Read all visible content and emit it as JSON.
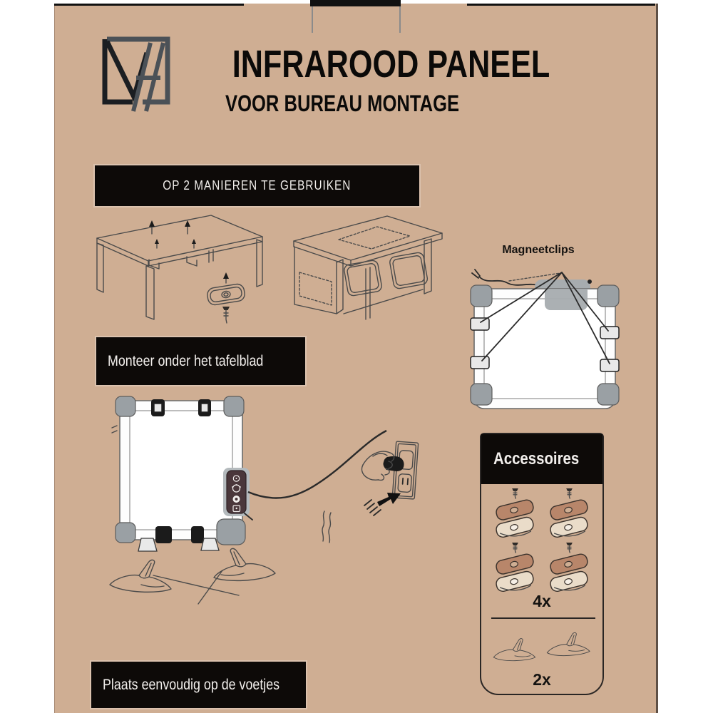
{
  "colors": {
    "background": "#cfae93",
    "margin": "#ffffff",
    "banner": "#0d0a08",
    "banner-text": "#f2efec",
    "accent-plate": "#b8866a",
    "ink": "#161616"
  },
  "header": {
    "logo_icon": "vh-monogram",
    "title": "INFRAROOD PANEEL",
    "subtitle": "VOOR BUREAU MONTAGE"
  },
  "banners": {
    "usage": "OP 2 MANIEREN TE GEBRUIKEN",
    "mount": "Monteer onder het tafelblad",
    "feet": "Plaats eenvoudig op de voetjes"
  },
  "magnet_section": {
    "label": "Magneetclips"
  },
  "accessories": {
    "title": "Accessoires",
    "clip_sets_count": "4x",
    "feet_count": "2x"
  }
}
